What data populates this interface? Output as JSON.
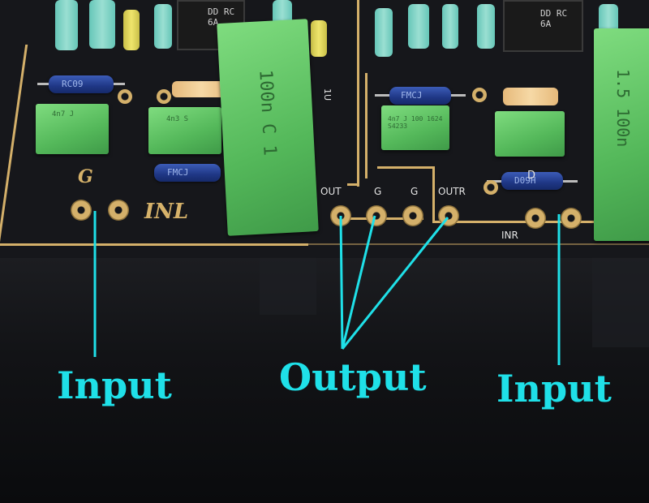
{
  "silkscreen": {
    "g_left": "G",
    "inl": "INL",
    "outl": "OUT",
    "g1": "G",
    "g2": "G",
    "outr": "OUTR",
    "inr": "INR",
    "d_mark": "D",
    "one_u": "1U"
  },
  "components": {
    "cap_big_left": "100n C 1",
    "cap_big_right": "1.5 100n",
    "cap_small_left": "4n7 J",
    "cap_small_center": "4n7 J 100 1624 S4233",
    "cap_small_mid": "4n3 S",
    "res_blue_1": "RC09",
    "res_blue_2": "FMCJ",
    "res_blue_3": "FMCJ",
    "res_blue_4": "D09H",
    "chip_1": "DD RC 6A",
    "chip_2": "DD RC 6A"
  },
  "labels": {
    "input_left": "Input",
    "output": "Output",
    "input_right": "Input"
  },
  "colors": {
    "annotation": "#1fe0e8",
    "silkscreen": "#d6b26a",
    "board": "#16171b",
    "capacitor": "#66c56b"
  }
}
